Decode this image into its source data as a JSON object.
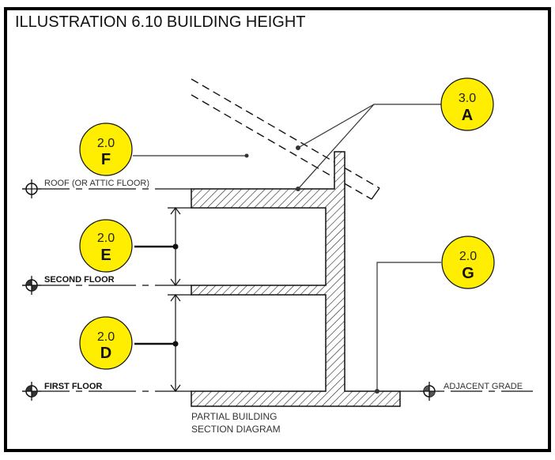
{
  "title": "ILLUSTRATION 6.10 BUILDING HEIGHT",
  "levels": {
    "roof": "ROOF (OR ATTIC FLOOR)",
    "second": "SECOND FLOOR",
    "first": "FIRST FLOOR",
    "grade": "ADJACENT GRADE"
  },
  "caption": {
    "line1": "PARTIAL BUILDING",
    "line2": "SECTION DIAGRAM"
  },
  "callouts": [
    {
      "id": "A",
      "value": "3.0",
      "letter": "A"
    },
    {
      "id": "F",
      "value": "2.0",
      "letter": "F"
    },
    {
      "id": "E",
      "value": "2.0",
      "letter": "E"
    },
    {
      "id": "D",
      "value": "2.0",
      "letter": "D"
    },
    {
      "id": "G",
      "value": "2.0",
      "letter": "G"
    }
  ],
  "colors": {
    "callout_fill": "#FFEE00",
    "line": "#000000"
  }
}
